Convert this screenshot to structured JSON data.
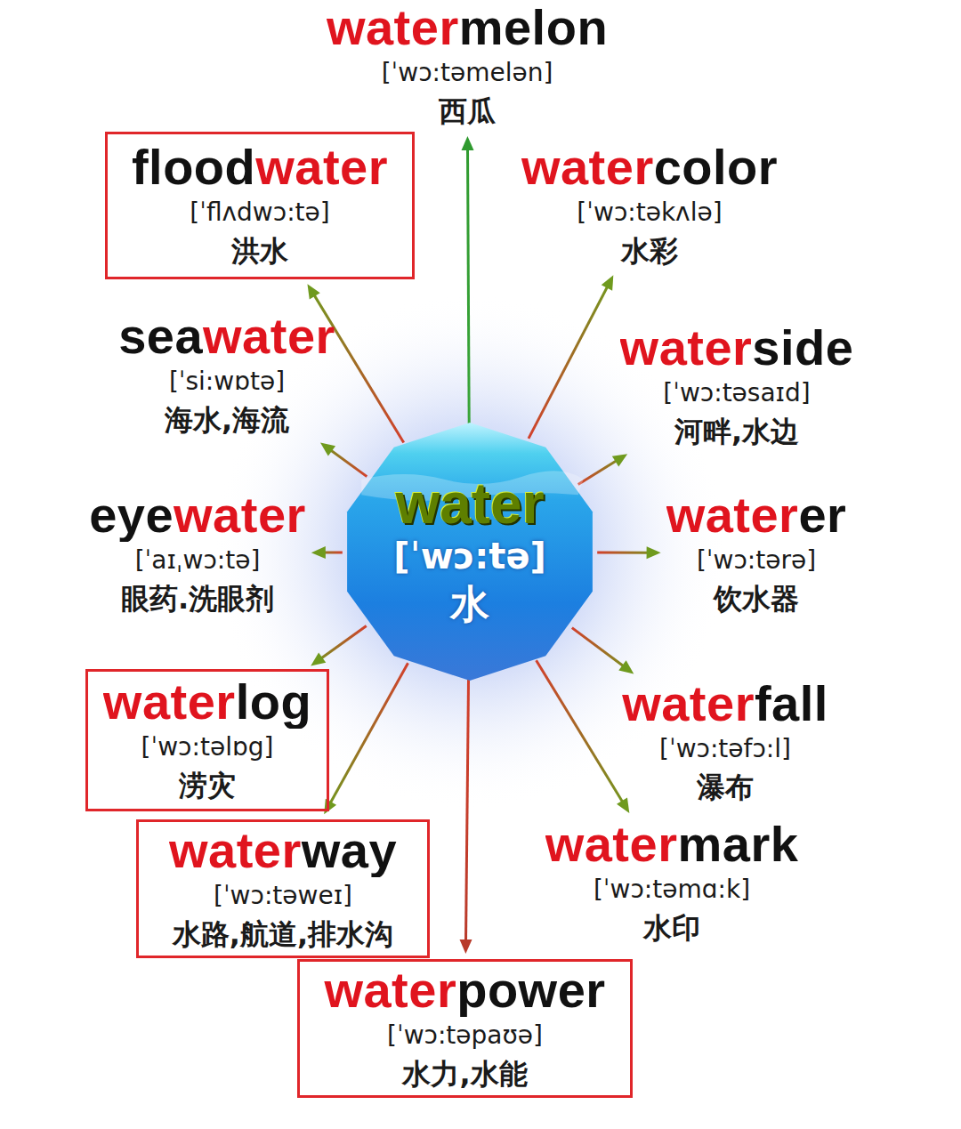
{
  "diagram": {
    "nodes": [
      {
        "text": [
          "water",
          "[ˈwɔ:tə]",
          "水"
        ]
      },
      {
        "text": [
          "watermelon",
          "[ˈwɔ:təmelən]",
          "西瓜"
        ]
      },
      {
        "text": [
          "floodwater",
          "[ˈflʌdwɔ:tə]",
          "洪水"
        ]
      },
      {
        "text": [
          "watercolor",
          "[ˈwɔ:təkʌlə]",
          "水彩"
        ]
      },
      {
        "text": [
          "seawater",
          "[ˈsi:wɒtə]",
          "海水,海流"
        ]
      },
      {
        "text": [
          "waterside",
          "[ˈwɔ:təsaɪd]",
          "河畔,水边"
        ]
      },
      {
        "text": [
          "eyewater",
          "[ˈaɪˌwɔ:tə]",
          "眼药.洗眼剂"
        ]
      },
      {
        "text": [
          "waterer",
          "[ˈwɔ:tərə]",
          "饮水器"
        ]
      },
      {
        "text": [
          "waterlog",
          "[ˈwɔ:təlɒg]",
          "涝灾"
        ]
      },
      {
        "text": [
          "waterfall",
          "[ˈwɔ:təfɔ:l]",
          "瀑布"
        ]
      },
      {
        "text": [
          "waterway",
          "[ˈwɔ:təweɪ]",
          "水路,航道,排水沟"
        ]
      },
      {
        "text": [
          "watermark",
          "[ˈwɔ:təmɑ:k]",
          "水印"
        ]
      },
      {
        "text": [
          "waterpower",
          "[ˈwɔ:təpaʊə]",
          "水力,水能"
        ]
      }
    ],
    "edges": [
      {
        "from": 0,
        "to": 1,
        "arrow": "to"
      },
      {
        "from": 0,
        "to": 2,
        "arrow": "to"
      },
      {
        "from": 0,
        "to": 3,
        "arrow": "to"
      },
      {
        "from": 0,
        "to": 4,
        "arrow": "to"
      },
      {
        "from": 0,
        "to": 5,
        "arrow": "to"
      },
      {
        "from": 0,
        "to": 6,
        "arrow": "to"
      },
      {
        "from": 0,
        "to": 7,
        "arrow": "to"
      },
      {
        "from": 0,
        "to": 8,
        "arrow": "to"
      },
      {
        "from": 0,
        "to": 9,
        "arrow": "to"
      },
      {
        "from": 0,
        "to": 10,
        "arrow": "to"
      },
      {
        "from": 0,
        "to": 11,
        "arrow": "to"
      },
      {
        "from": 0,
        "to": 12,
        "arrow": "to"
      }
    ]
  }
}
